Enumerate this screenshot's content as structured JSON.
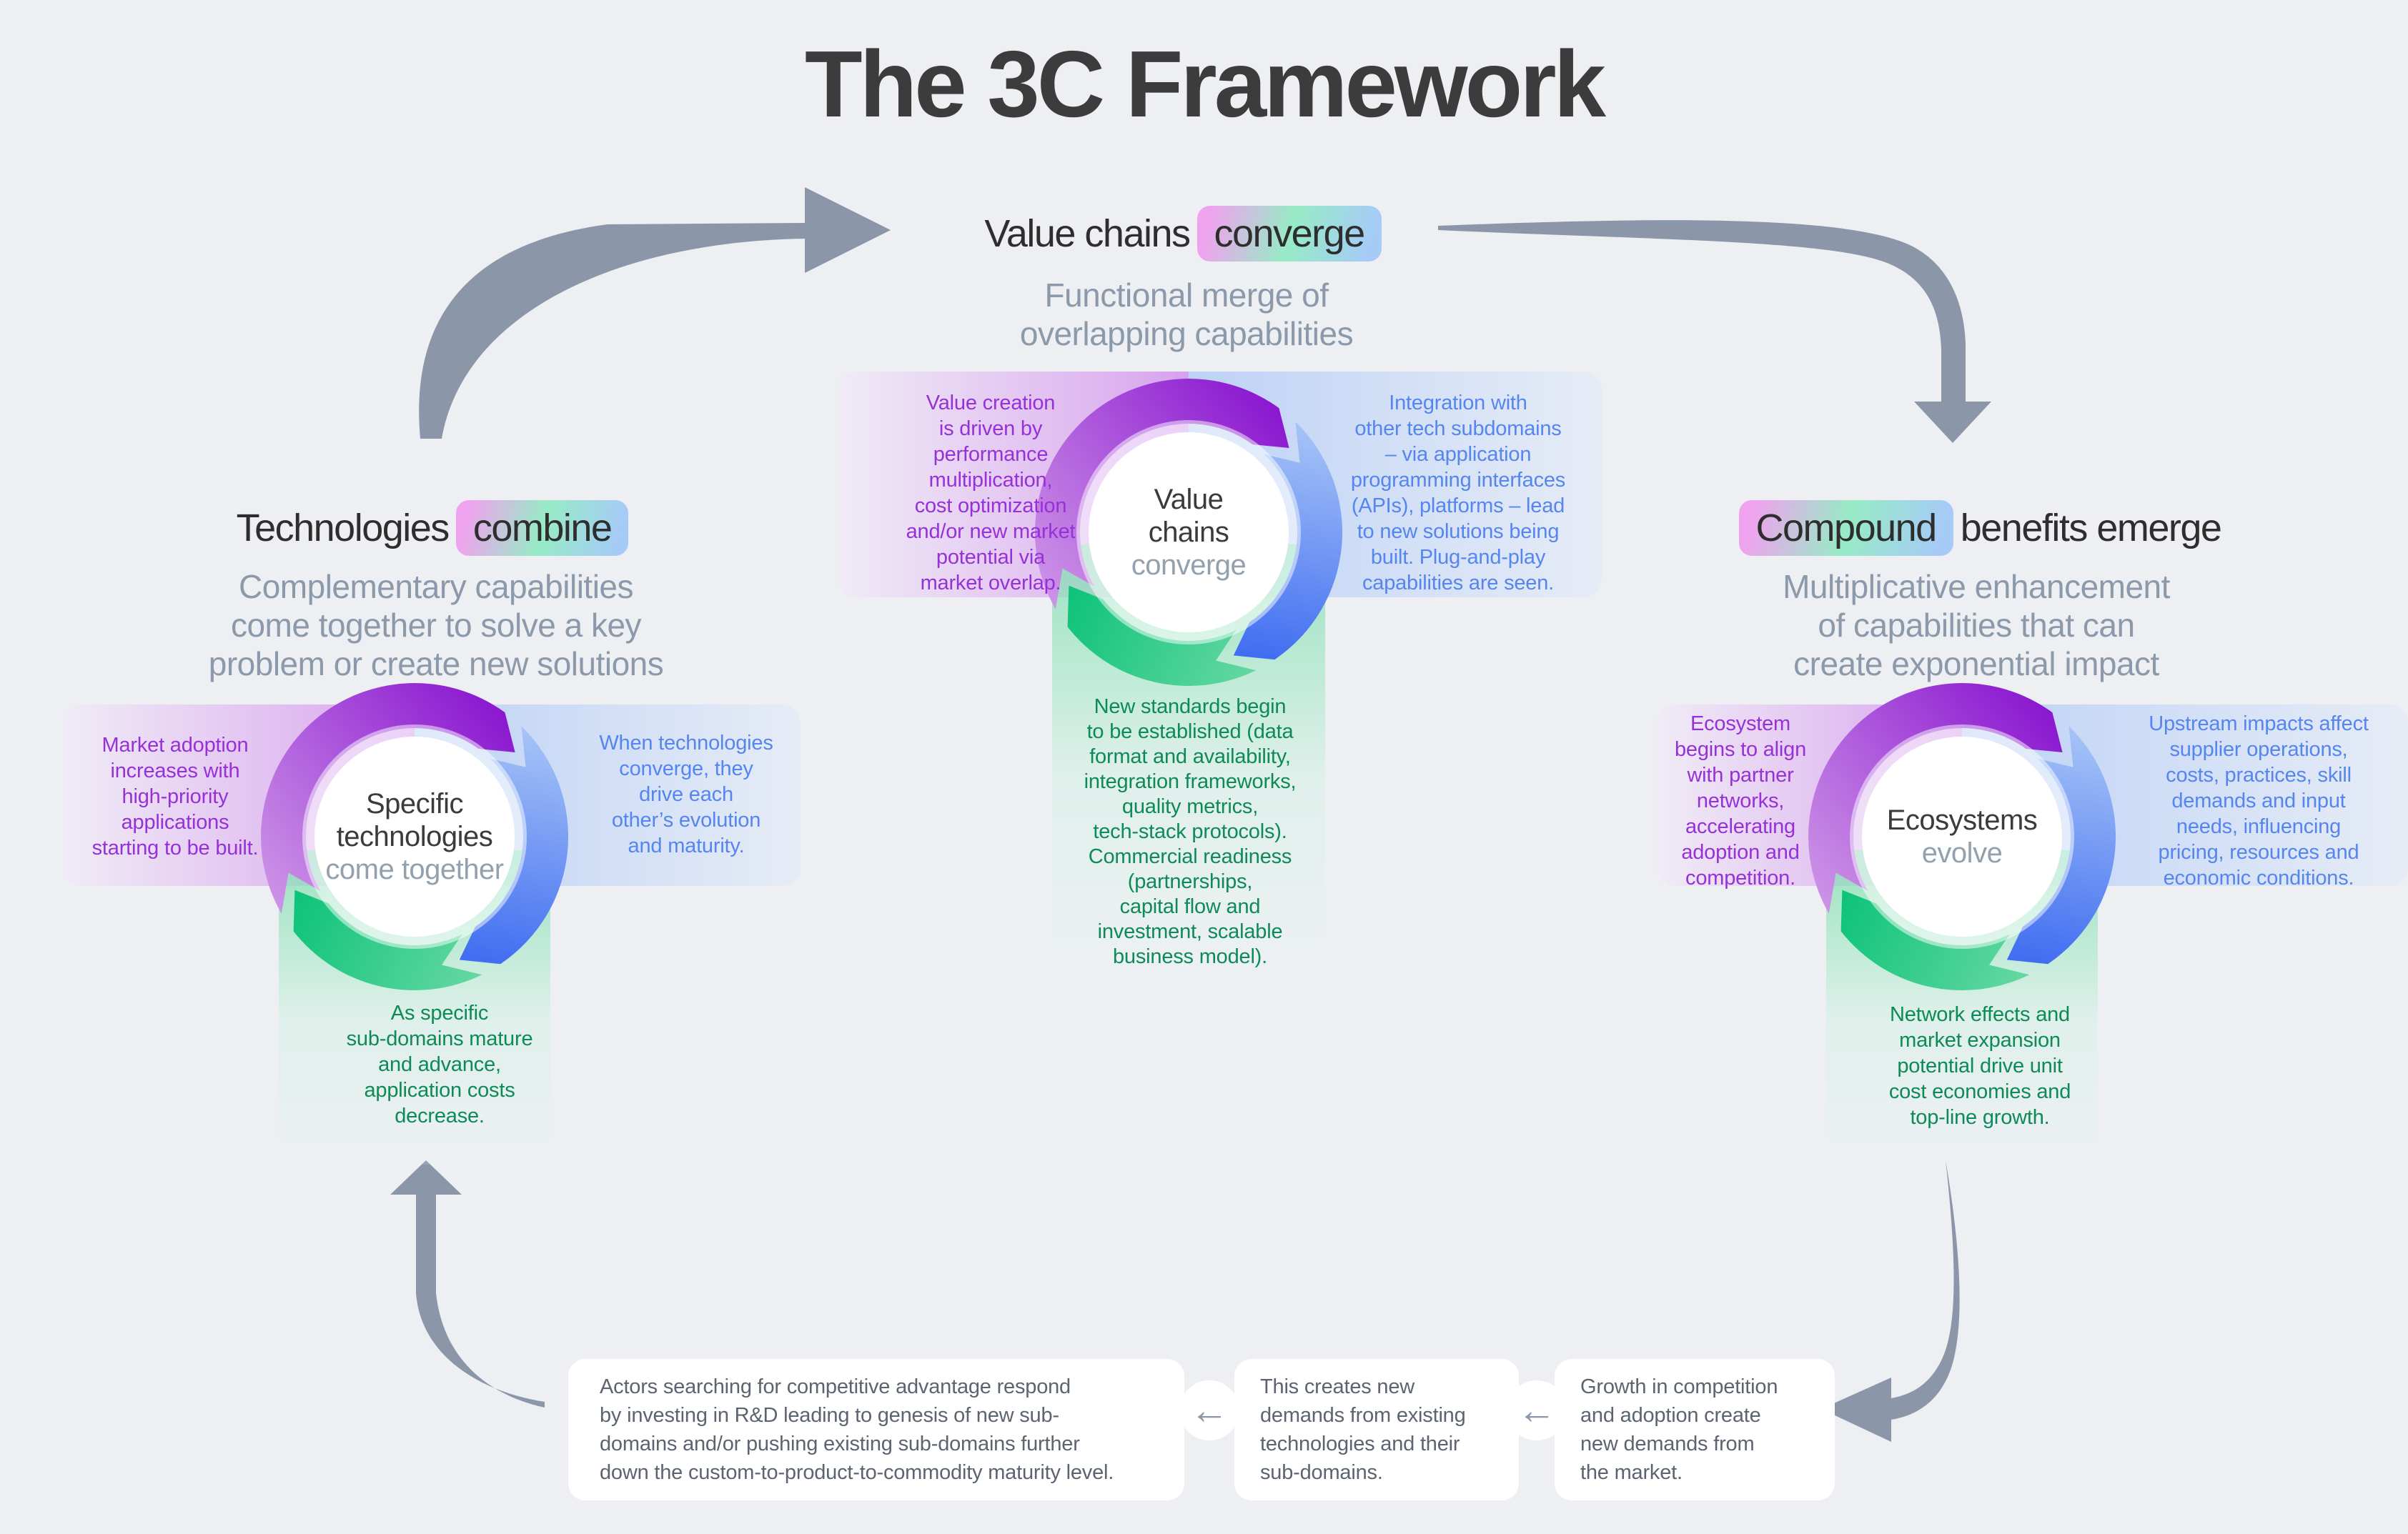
{
  "page": {
    "title": "The 3C Framework",
    "background": "#edeff3"
  },
  "colors": {
    "accent_purple": "#9631d8",
    "accent_blue": "#5585ee",
    "accent_green": "#0d8a57",
    "muted_gray": "#8c99aa",
    "arrow_gray": "#8b97a9",
    "chip_gradient": [
      "#efa3ee",
      "#97ebc6",
      "#a6cbf7"
    ]
  },
  "sections": {
    "left": {
      "header_prefix": "Technologies",
      "header_chip": "combine",
      "header_suffix": "",
      "subtitle": "Complementary capabilities\ncome together to solve a key\nproblem or create new solutions",
      "purple_text": "Market adoption\nincreases with\nhigh-priority\napplications\nstarting to be built.",
      "blue_text": "When technologies\nconverge, they\ndrive each\nother’s evolution\nand maturity.",
      "green_text": "As specific\nsub-domains mature\nand advance,\napplication costs\ndecrease.",
      "circle_title": "Specific\ntechnologies",
      "circle_subtitle": "come together"
    },
    "center": {
      "header_prefix": "Value chains",
      "header_chip": "converge",
      "header_suffix": "",
      "subtitle": "Functional merge of\noverlapping capabilities",
      "purple_text": "Value creation\nis driven by\nperformance\nmultiplication,\ncost optimization\nand/or new market\npotential via\nmarket overlap.",
      "blue_text": "Integration with\nother tech subdomains\n– via application\nprogramming interfaces\n(APIs), platforms – lead\nto new solutions being\nbuilt. Plug-and-play\ncapabilities are seen.",
      "green_text": "New standards begin\nto be established (data\nformat and availability,\nintegration frameworks,\nquality metrics,\ntech-stack protocols).\nCommercial readiness\n(partnerships,\ncapital flow and\ninvestment, scalable\nbusiness model).",
      "circle_title": "Value\nchains",
      "circle_subtitle": "converge"
    },
    "right": {
      "header_prefix": "",
      "header_chip": "Compound",
      "header_suffix": "benefits emerge",
      "subtitle": "Multiplicative enhancement\nof capabilities that can\ncreate exponential impact",
      "purple_text": "Ecosystem\nbegins to align\nwith partner\nnetworks,\naccelerating\nadoption and\ncompetition.",
      "blue_text": "Upstream impacts affect\nsupplier operations,\ncosts, practices, skill\ndemands and input\nneeds, influencing\npricing, resources and\neconomic conditions.",
      "green_text": "Network effects and\nmarket expansion\npotential drive unit\ncost economies and\ntop-line growth.",
      "circle_title": "Ecosystems",
      "circle_subtitle": "evolve"
    }
  },
  "feedback_boxes": [
    {
      "text": "Actors searching for competitive advantage respond\nby investing in R&D leading to genesis of new sub-\ndomains and/or pushing existing sub-domains further\ndown the custom-to-product-to-commodity maturity level."
    },
    {
      "text": "This creates new\ndemands from existing\ntechnologies and their\nsub-domains."
    },
    {
      "text": "Growth in competition\nand adoption create\nnew demands from\nthe market."
    }
  ],
  "icons": {
    "left_arrow": "←"
  }
}
